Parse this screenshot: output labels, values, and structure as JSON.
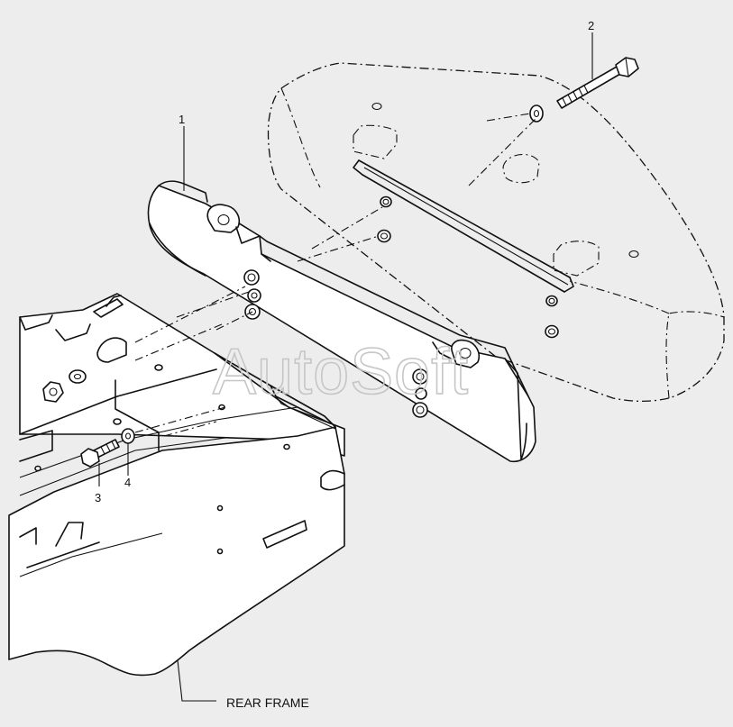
{
  "callouts": {
    "c1": "1",
    "c2": "2",
    "c3": "3",
    "c4": "4"
  },
  "caption": "REAR FRAME",
  "watermark": "AutoSoft",
  "colors": {
    "background": "#ededed",
    "line": "#111111",
    "part_fill": "#ffffff",
    "watermark": "#c6c6c6"
  }
}
